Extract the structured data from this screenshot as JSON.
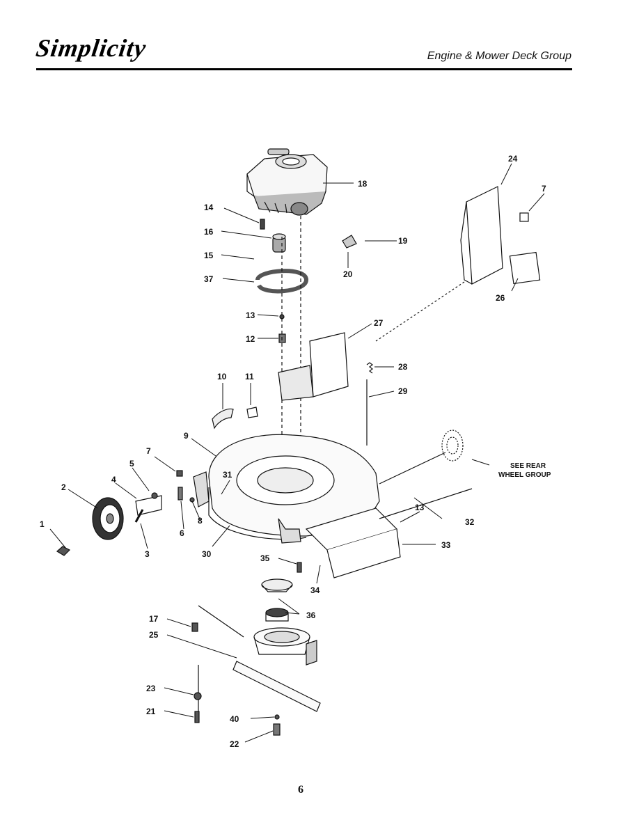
{
  "header": {
    "brand": "Simplicity",
    "section_title": "Engine & Mower Deck Group"
  },
  "callouts": {
    "c1": "1",
    "c2": "2",
    "c3": "3",
    "c4": "4",
    "c5": "5",
    "c6": "6",
    "c7a": "7",
    "c7b": "7",
    "c8": "8",
    "c9": "9",
    "c10": "10",
    "c11": "11",
    "c12": "12",
    "c13a": "13",
    "c13b": "13",
    "c14": "14",
    "c15": "15",
    "c16": "16",
    "c17": "17",
    "c18": "18",
    "c19": "19",
    "c20": "20",
    "c21": "21",
    "c22": "22",
    "c23": "23",
    "c24": "24",
    "c25": "25",
    "c26": "26",
    "c27": "27",
    "c28": "28",
    "c29": "29",
    "c30": "30",
    "c31": "31",
    "c32": "32",
    "c33": "33",
    "c34": "34",
    "c35": "35",
    "c36": "36",
    "c37": "37",
    "c40": "40",
    "see_rear_line1": "SEE REAR",
    "see_rear_line2": "WHEEL GROUP"
  },
  "footer": {
    "page_number": "6"
  }
}
